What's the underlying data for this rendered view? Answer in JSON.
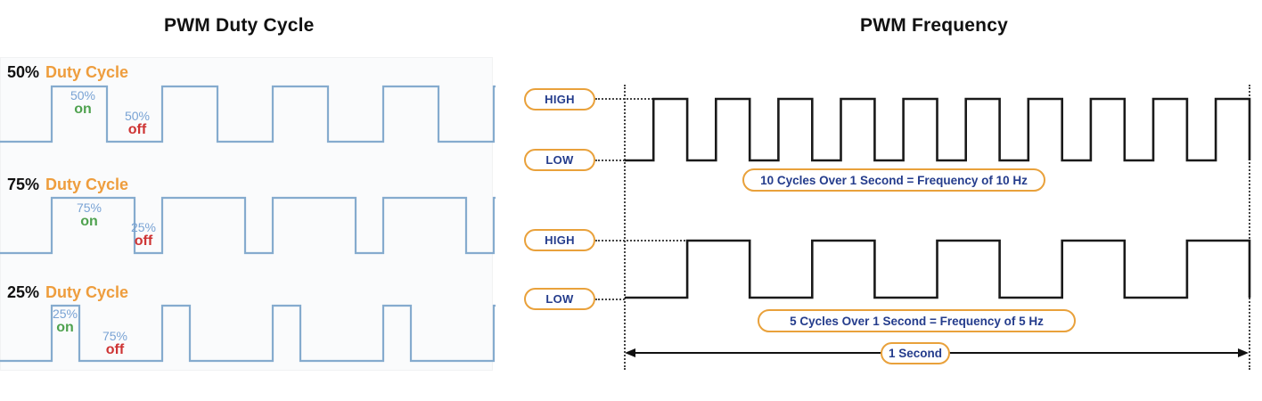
{
  "left_panel": {
    "title": "PWM Duty Cycle",
    "rows": [
      {
        "percent": "50%",
        "label": "Duty Cycle",
        "duty": 50,
        "on_value": "50%",
        "on_word": "on",
        "off_value": "50%",
        "off_word": "off"
      },
      {
        "percent": "75%",
        "label": "Duty Cycle",
        "duty": 75,
        "on_value": "75%",
        "on_word": "on",
        "off_value": "25%",
        "off_word": "off"
      },
      {
        "percent": "25%",
        "label": "Duty Cycle",
        "duty": 25,
        "on_value": "25%",
        "on_word": "on",
        "off_value": "75%",
        "off_word": "off"
      }
    ]
  },
  "right_panel": {
    "title": "PWM Frequency",
    "sections": [
      {
        "high_label": "HIGH",
        "low_label": "LOW",
        "cycles": 10,
        "caption": "10 Cycles Over 1 Second = Frequency of 10 Hz"
      },
      {
        "high_label": "HIGH",
        "low_label": "LOW",
        "cycles": 5,
        "caption": "5 Cycles Over 1 Second = Frequency of 5 Hz"
      }
    ],
    "time_label": "1 Second"
  },
  "colors": {
    "duty_label_orange": "#EE9D3D",
    "wave_blue": "#85ABCE",
    "value_blue": "#79A3D4",
    "on_green": "#4FA24F",
    "off_red": "#CE3434",
    "pill_border_orange": "#E9A13B",
    "pill_text_navy": "#243C8C",
    "wave_black": "#1A1A1A"
  }
}
